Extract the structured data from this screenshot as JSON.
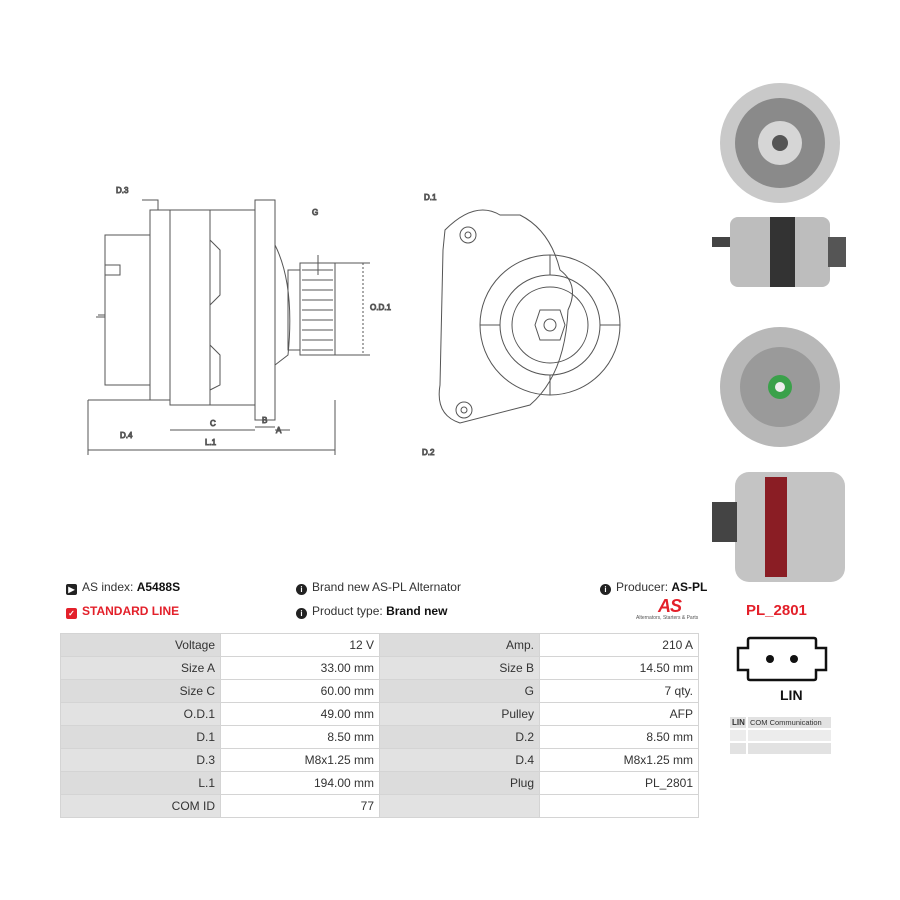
{
  "drawing": {
    "labels": {
      "d3": "D.3",
      "d4": "D.4",
      "g": "G",
      "od1": "O.D.1",
      "c": "C",
      "b": "B",
      "a": "A",
      "l1": "L.1",
      "d1": "D.1",
      "d2": "D.2"
    }
  },
  "photos": [
    "front-view-photo",
    "side-view-photo",
    "rear-view-photo",
    "angle-view-photo"
  ],
  "info": {
    "as_index_label": "AS index:",
    "as_index_value": "A5488S",
    "standard_line": "STANDARD LINE",
    "description": "Brand new AS-PL Alternator",
    "product_type_label": "Product type:",
    "product_type_value": "Brand new",
    "producer_label": "Producer:",
    "producer_value": "AS-PL"
  },
  "logo": {
    "mark": "AS",
    "tagline": "Alternators, Starters & Parts"
  },
  "specs": [
    [
      "Voltage",
      "12 V",
      "Amp.",
      "210 A"
    ],
    [
      "Size A",
      "33.00 mm",
      "Size B",
      "14.50 mm"
    ],
    [
      "Size C",
      "60.00 mm",
      "G",
      "7 qty."
    ],
    [
      "O.D.1",
      "49.00 mm",
      "Pulley",
      "AFP"
    ],
    [
      "D.1",
      "8.50 mm",
      "D.2",
      "8.50 mm"
    ],
    [
      "D.3",
      "M8x1.25 mm",
      "D.4",
      "M8x1.25 mm"
    ],
    [
      "L.1",
      "194.00 mm",
      "Plug",
      "PL_2801"
    ],
    [
      "COM ID",
      "77",
      "",
      ""
    ]
  ],
  "plug": {
    "code": "PL_2801",
    "label": "LIN",
    "pins": [
      {
        "pin": "LIN",
        "desc": "COM Communication"
      },
      {
        "pin": "",
        "desc": ""
      },
      {
        "pin": "",
        "desc": ""
      }
    ]
  },
  "colors": {
    "accent": "#e3202a",
    "table_label_bg": "#e2e2e2"
  }
}
